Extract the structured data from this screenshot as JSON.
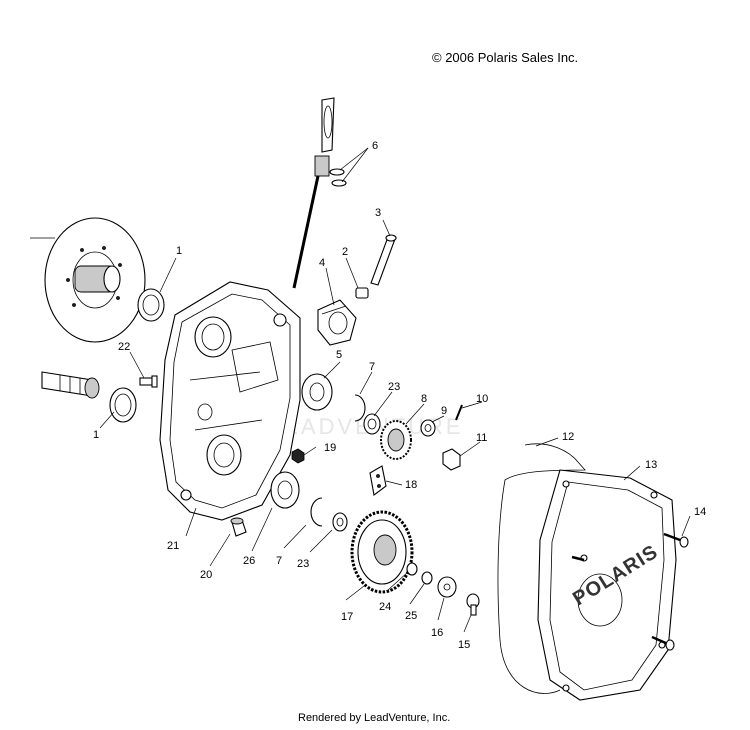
{
  "header": {
    "copyright": "© 2006 Polaris Sales Inc."
  },
  "footer": {
    "credit": "Rendered by LeadVenture, Inc."
  },
  "watermark": {
    "text": "LEADVENTURE"
  },
  "cover_brand": "POLARIS",
  "callouts": {
    "c1a": "1",
    "c1b": "1",
    "c2": "2",
    "c3": "3",
    "c4": "4",
    "c5": "5",
    "c6": "6",
    "c7a": "7",
    "c7b": "7",
    "c8": "8",
    "c9": "9",
    "c10": "10",
    "c11": "11",
    "c12": "12",
    "c13": "13",
    "c14": "14",
    "c15": "15",
    "c16": "16",
    "c17": "17",
    "c18": "18",
    "c19": "19",
    "c20": "20",
    "c21": "21",
    "c22": "22",
    "c23a": "23",
    "c23b": "23",
    "c24": "24",
    "c25": "25",
    "c26": "26"
  }
}
